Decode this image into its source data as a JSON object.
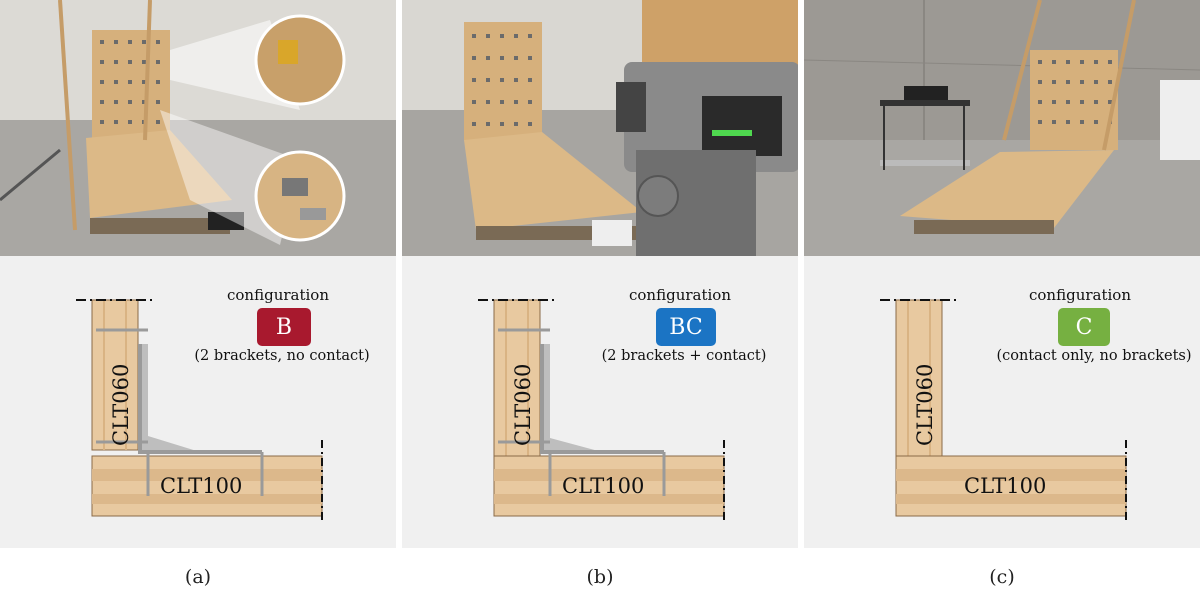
{
  "colors": {
    "config_B": "#a8192e",
    "config_BC": "#1b74c4",
    "config_C": "#76b041",
    "wood": "#e8c9a0",
    "wood_grain": "#d9b383",
    "diagram_bg": "#f0f0f0",
    "bracket": "#9a9a9a"
  },
  "panels": [
    {
      "caption": "(a)",
      "config_title": "configuration",
      "config_code": "B",
      "config_desc": "(2 brackets, no contact)",
      "wall_label": "CLT060",
      "floor_label": "CLT100",
      "photo_icon": "experiment-photo-shaker-with-zoom-insets"
    },
    {
      "caption": "(b)",
      "config_title": "configuration",
      "config_code": "BC",
      "config_desc": "(2 brackets + contact)",
      "wall_label": "CLT060",
      "floor_label": "CLT100",
      "photo_icon": "experiment-photo-laser-vibrometer"
    },
    {
      "caption": "(c)",
      "config_title": "configuration",
      "config_code": "C",
      "config_desc": "(contact only, no brackets)",
      "wall_label": "CLT060",
      "floor_label": "CLT100",
      "photo_icon": "experiment-photo-lab-setup"
    }
  ]
}
